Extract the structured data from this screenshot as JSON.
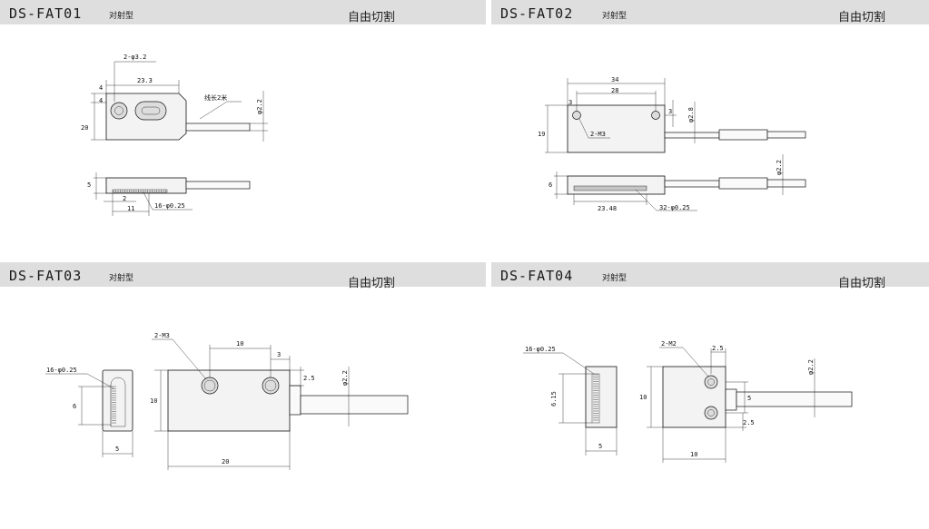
{
  "panels": [
    {
      "model": "DS-FAT01",
      "type_label": "对射型",
      "cut_label": "自由切割",
      "dims": {
        "holes": "2-φ3.2",
        "width_top": "23.3",
        "top_gap": "4",
        "top_gap2": "4",
        "height": "20",
        "cable_note": "线长2米",
        "cable_dia": "φ2.2",
        "thickness": "5",
        "pitch": "2",
        "span": "11",
        "fiber": "16-φ0.25"
      }
    },
    {
      "model": "DS-FAT02",
      "type_label": "对射型",
      "cut_label": "自由切割",
      "dims": {
        "overall": "34",
        "hole_pitch": "28",
        "edge": "3",
        "edge2": "3",
        "height": "19",
        "thread": "2-M3",
        "cable_dia": "φ2.8",
        "cable_dia2": "φ2.2",
        "thickness": "6",
        "fiber_len": "23.48",
        "fiber": "32-φ0.25"
      }
    },
    {
      "model": "DS-FAT03",
      "type_label": "对射型",
      "cut_label": "自由切割",
      "dims": {
        "fiber": "16-φ0.25",
        "fiber_len": "6",
        "side_width": "5",
        "thread": "2-M3",
        "hole_pitch": "10",
        "edge": "3",
        "edge_v": "2.5",
        "height": "10",
        "cable_dia": "φ2.2",
        "length": "20"
      }
    },
    {
      "model": "DS-FAT04",
      "type_label": "对射型",
      "cut_label": "自由切割",
      "dims": {
        "fiber": "16-φ0.25",
        "fiber_len": "6.15",
        "side_width": "5",
        "thread": "2-M2",
        "edge_h": "2.5",
        "height": "10",
        "hole_pitch": "5",
        "edge_v": "2.5",
        "cable_dia": "φ2.2",
        "width": "10"
      }
    }
  ]
}
